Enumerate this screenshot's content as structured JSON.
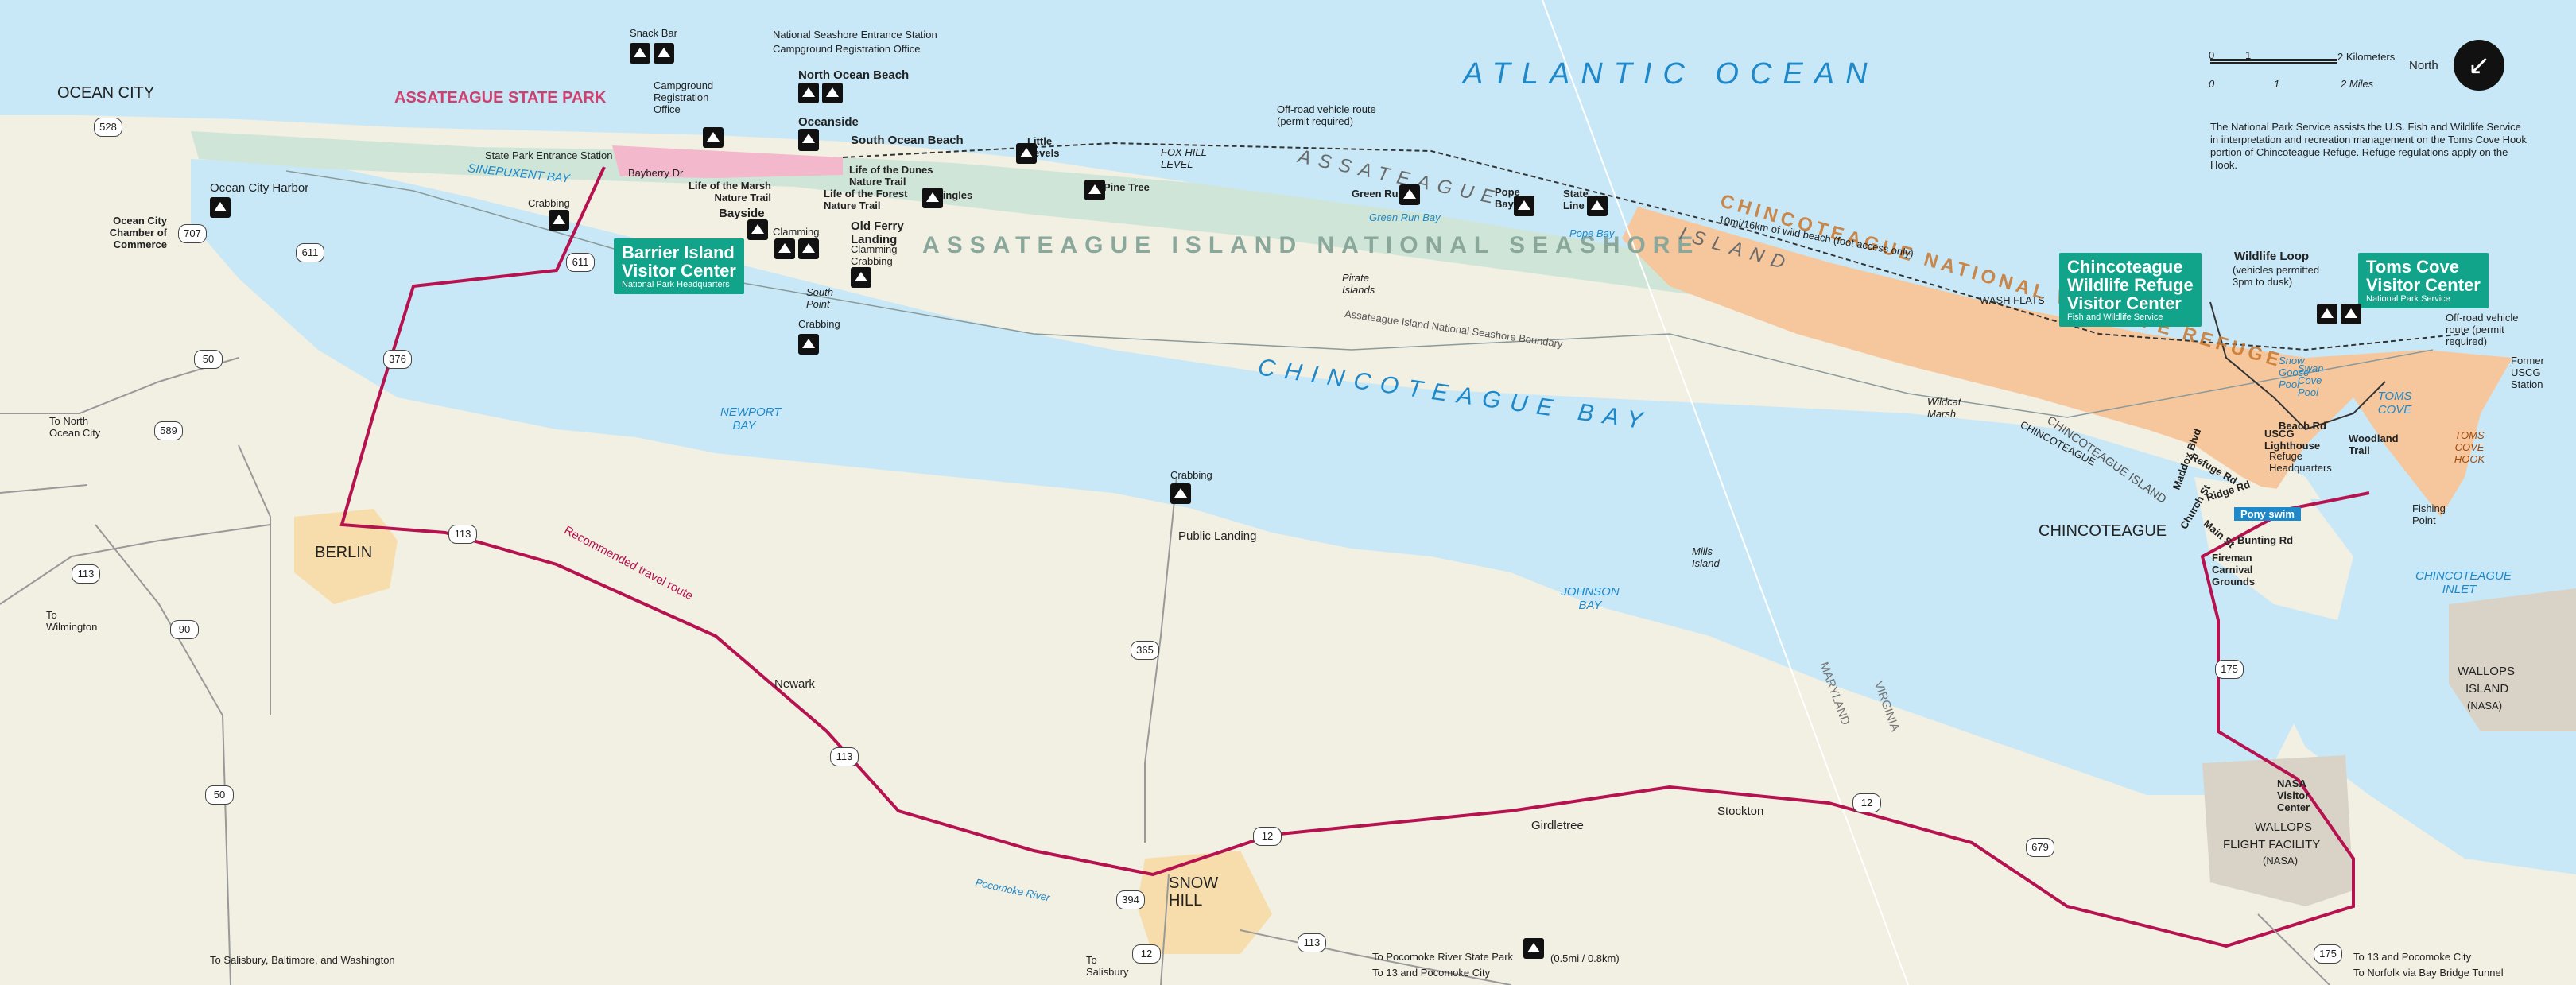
{
  "ocean": "ATLANTIC OCEAN",
  "bay": "CHINCOTEAGUE BAY",
  "seashore_name": "ASSATEAGUE ISLAND NATIONAL SEASHORE",
  "island_name": [
    "ASSATEAGUE",
    "ISLAND"
  ],
  "refuge_name": "CHINCOTEAGUE NATIONAL WILDLIFE REFUGE",
  "chincoteague_island": "CHINCOTEAGUE ISLAND",
  "state_park": "ASSATEAGUE STATE PARK",
  "towns": {
    "ocean_city": "OCEAN CITY",
    "berlin": "BERLIN",
    "snow_hill": [
      "SNOW",
      "HILL"
    ],
    "chincoteague": "CHINCOTEAGUE",
    "wallops_island": [
      "WALLOPS",
      "ISLAND",
      "(NASA)"
    ],
    "wallops_flight": [
      "WALLOPS",
      "FLIGHT FACILITY",
      "(NASA)"
    ]
  },
  "visitor_centers": {
    "barrier": {
      "title": [
        "Barrier Island",
        "Visitor Center"
      ],
      "sub": "National Park Headquarters"
    },
    "refuge": {
      "title": [
        "Chincoteague",
        "Wildlife Refuge",
        "Visitor Center"
      ],
      "sub": "Fish and Wildlife Service"
    },
    "toms_cove": {
      "title": [
        "Toms Cove",
        "Visitor Center"
      ],
      "sub": "National Park Service"
    }
  },
  "scale": {
    "km_label": "2 Kilometers",
    "mi_label": "2 Miles",
    "ticks": [
      "0",
      "1",
      "0",
      "1"
    ],
    "north": "North"
  },
  "note": "The National Park Service assists the U.S. Fish and Wildlife Service in interpretation and recreation management on the Toms Cove Hook portion of Chincoteague Refuge. Refuge regulations apply on the Hook.",
  "places": {
    "snack_bar": "Snack Bar",
    "campground_reg": "Campground Registration Office",
    "entrance_station": "National Seashore Entrance Station",
    "entrance_reg": "Campground Registration Office",
    "north_ocean_beach": "North Ocean Beach",
    "oceanside": "Oceanside",
    "south_ocean_beach": "South Ocean Beach",
    "state_park_entrance": "State Park Entrance Station",
    "bayberry": "Bayberry Dr",
    "life_marsh": "Life of the Marsh Nature Trail",
    "life_dunes": "Life of the Dunes Nature Trail",
    "life_forest": "Life of the Forest Nature Trail",
    "bayside": "Bayside",
    "clamming": "Clamming",
    "old_ferry": "Old Ferry Landing",
    "clam_crab": "Clamming Crabbing",
    "little_levels": "Little Levels",
    "tingles": "Tingles",
    "pine_tree": "Pine Tree",
    "fox_hill": "FOX HILL LEVEL",
    "green_run": "Green Run",
    "green_run_bay": "Green Run Bay",
    "pope_bay": "Pope Bay",
    "pope_bay_water": "Pope Bay",
    "state_line": "State Line",
    "offroad": "Off-road vehicle route (permit required)",
    "wild_beach": "10mi/16km of wild beach (foot access only)",
    "wash_flats": "WASH FLATS",
    "sinepuxent": "SINEPUXENT BAY",
    "newport": "NEWPORT BAY",
    "johnson": "JOHNSON BAY",
    "pirate": "Pirate Islands",
    "mills": "Mills Island",
    "toms_cove": "TOMS COVE",
    "toms_cove_hook": "TOMS COVE HOOK",
    "chinco_inlet": "CHINCOTEAGUE INLET",
    "ns_boundary": "Assateague Island National Seashore Boundary",
    "oc_harbor": "Ocean City Harbor",
    "oc_chamber": "Ocean City Chamber of Commerce",
    "crabbing1": "Crabbing",
    "crabbing2": "Crabbing",
    "crabbing3": "Crabbing",
    "south_point": "South Point",
    "public_landing": "Public Landing",
    "newark": "Newark",
    "girdletree": "Girdletree",
    "stockton": "Stockton",
    "recommended": "Recommended travel route",
    "wildlife_loop": "Wildlife Loop",
    "wildlife_loop_note": "(vehicles permitted 3pm to dusk)",
    "snow_goose": "Snow Goose Pool",
    "swan_cove": "Swan Cove Pool",
    "beach_rd": "Beach Rd",
    "woodland": "Woodland Trail",
    "uscg": "USCG Lighthouse",
    "refuge_hq": "Refuge Headquarters",
    "wildcat": "Wildcat Marsh",
    "fishing_point": "Fishing Point",
    "former_uscg": "Former USCG Station",
    "offroad2": "Off-road vehicle route (permit required)",
    "pony_swim": "Pony swim",
    "maddox": "Maddox Blvd",
    "main_st": "Main St",
    "church_st": "Church St",
    "ridge_rd": "Ridge Rd",
    "bunting_rd": "Bunting Rd",
    "refuge_rd": "Refuge Rd",
    "fireman": "Fireman Carnival Grounds",
    "nasa_vc": "NASA Visitor Center",
    "chinco_channel": "CHINCOTEAGUE",
    "virginia": "VIRGINIA",
    "maryland": "MARYLAND",
    "pocomoke_river": "Pocomoke River",
    "to_north_oc": "To North Ocean City",
    "to_wilmington": "To Wilmington",
    "to_salisbury_bw": "To Salisbury, Baltimore, and Washington",
    "to_salisbury": "To Salisbury",
    "pocomoke_park": "To Pocomoke River State Park",
    "pocomoke_dist": "(0.5mi / 0.8km)",
    "to_13_pocomoke": "To 13 and Pocomoke City",
    "to_13_pocomoke2": "To 13 and Pocomoke City",
    "to_norfolk": "To Norfolk via Bay Bridge Tunnel"
  },
  "routes": [
    "528",
    "707",
    "611",
    "611",
    "376",
    "50",
    "589",
    "113",
    "113",
    "90",
    "50",
    "113",
    "365",
    "394",
    "12",
    "12",
    "113",
    "679",
    "175",
    "175",
    "12"
  ],
  "colors": {
    "water": "#c8e8f7",
    "land": "#f2efe3",
    "seashore": "#cfe5d8",
    "refuge": "#f6c79c",
    "statepark": "#f4b8cc",
    "road": "#b5124f",
    "town": "#f6ddab",
    "nasa": "#d9d3c7",
    "vc": "#12a48a"
  }
}
